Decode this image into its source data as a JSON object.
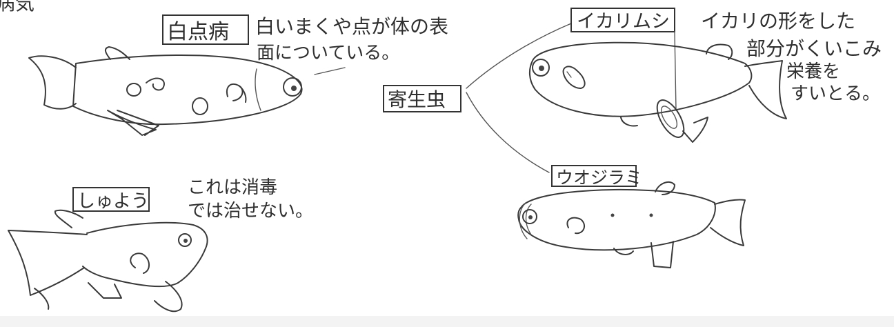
{
  "page_heading": "病気",
  "parasite_hub": {
    "label": "寄生虫"
  },
  "diseases": [
    {
      "id": "hakuten",
      "name": "白点病",
      "note_lines": [
        "白いまくや点が体の表",
        "面についている。"
      ]
    },
    {
      "id": "ikarimushi",
      "name": "イカリムシ",
      "note_lines": [
        "イカリの形をした",
        "部分がくいこみ",
        "栄養を",
        "すいとる。"
      ]
    },
    {
      "id": "chodamushi",
      "name": "ウオジラミ",
      "note_lines": []
    },
    {
      "id": "shuyou",
      "name": "しゅよう",
      "note_lines": [
        "これは消毒",
        "では治せない。"
      ]
    }
  ]
}
